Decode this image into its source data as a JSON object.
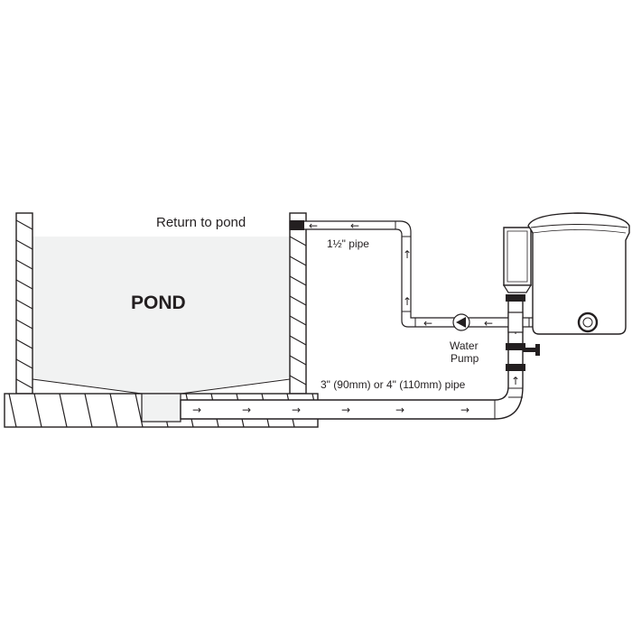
{
  "labels": {
    "pond": "POND",
    "return_to_pond": "Return to pond",
    "small_pipe": "1½\" pipe",
    "pump_line1": "Water",
    "pump_line2": "Pump",
    "large_pipe": "3\" (90mm) or 4\" (110mm) pipe"
  },
  "flow_glyphs": {
    "right": "→",
    "left": "←",
    "up": "↑"
  },
  "colors": {
    "line": "#231f20",
    "pond_water": "#f1f2f2",
    "pipe_fill": "#ffffff",
    "ground": "#ffffff",
    "fitting": "#231f20"
  }
}
